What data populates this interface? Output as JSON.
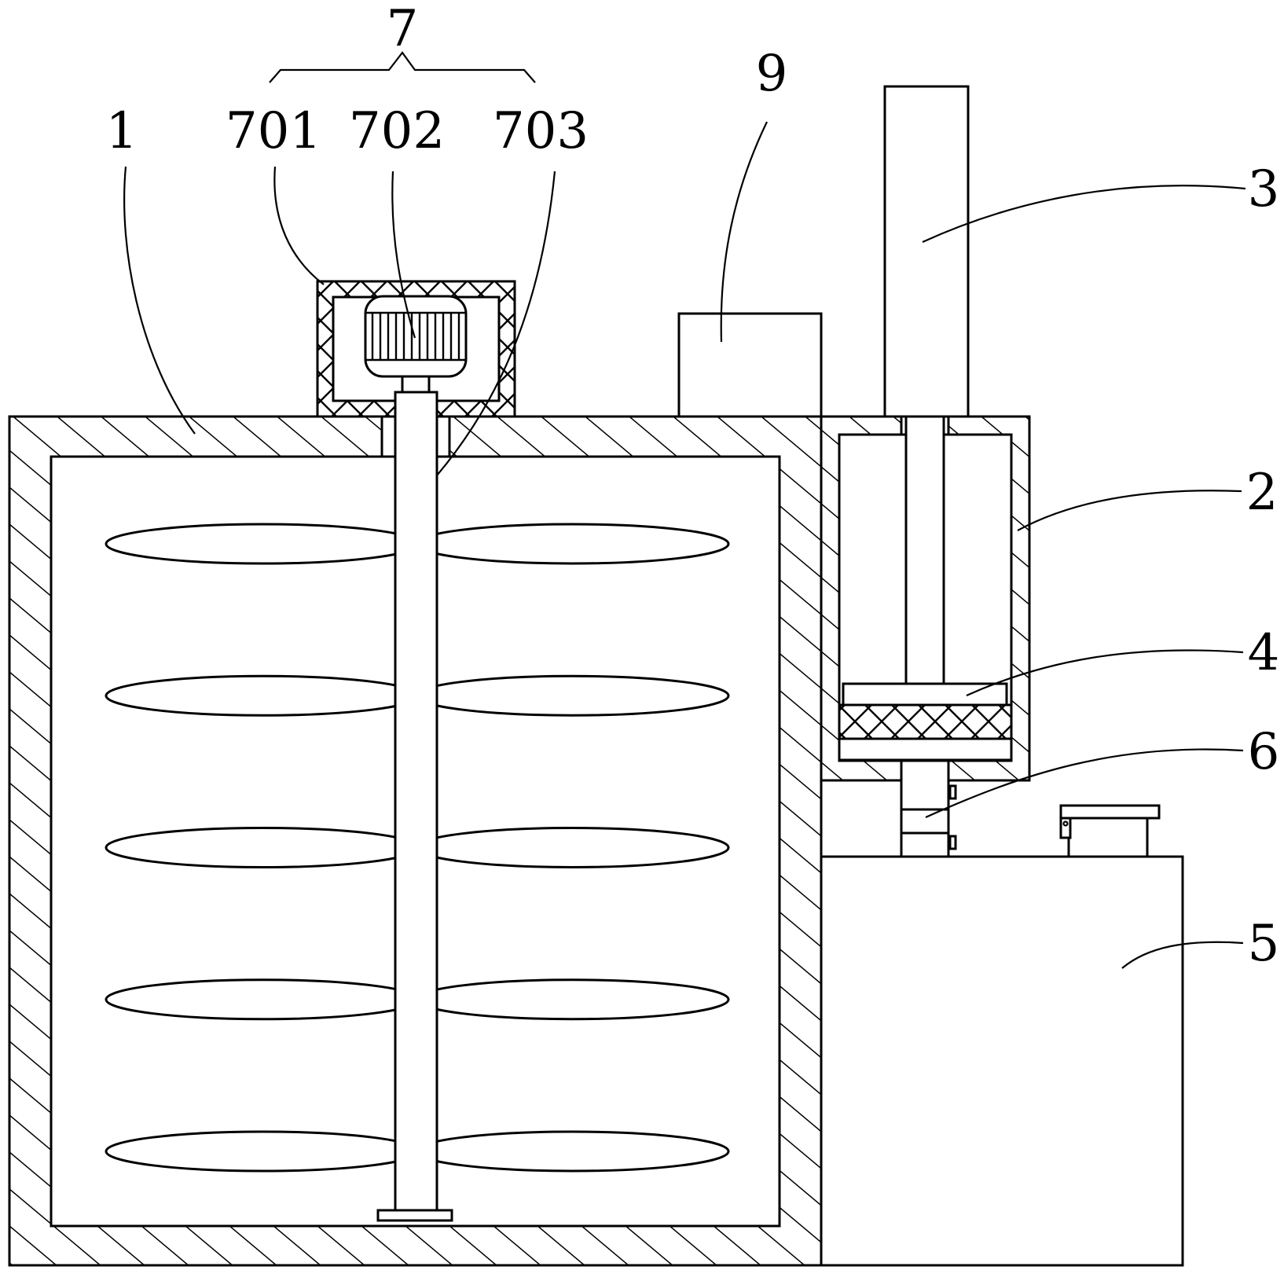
{
  "diagram": {
    "type": "patent-mechanical-drawing",
    "description": "Mixing tank with stirrer motor, filter cylinder and collection box",
    "group_label": "7",
    "labels": [
      {
        "id": "1",
        "text": "1",
        "part": "mixing tank (hatched shell)"
      },
      {
        "id": "701",
        "text": "701",
        "part": "motor housing (cross-hatched)"
      },
      {
        "id": "702",
        "text": "702",
        "part": "motor"
      },
      {
        "id": "703",
        "text": "703",
        "part": "stirring shaft"
      },
      {
        "id": "9",
        "text": "9",
        "part": "feed box on tank top"
      },
      {
        "id": "3",
        "text": "3",
        "part": "push rod / cylinder column"
      },
      {
        "id": "2",
        "text": "2",
        "part": "filter housing"
      },
      {
        "id": "4",
        "text": "4",
        "part": "press plate with filter layer"
      },
      {
        "id": "6",
        "text": "6",
        "part": "discharge pipe with valves"
      },
      {
        "id": "5",
        "text": "5",
        "part": "collection box"
      }
    ],
    "blade_rows": 5,
    "colors": {
      "line": "#000000",
      "background": "#ffffff"
    }
  }
}
